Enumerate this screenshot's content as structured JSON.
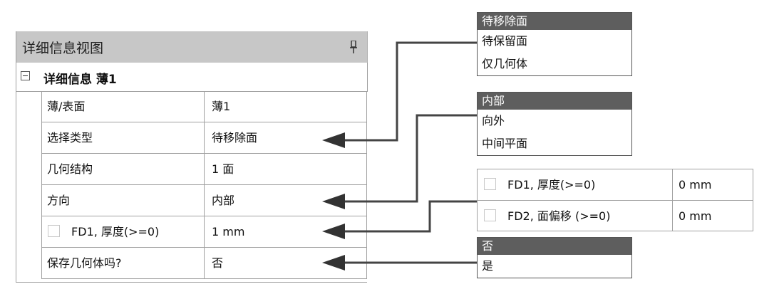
{
  "panel": {
    "title": "详细信息视图",
    "group_title": "详细信息 薄1",
    "rows": [
      {
        "name": "薄/表面",
        "value": "薄1",
        "checkbox": false
      },
      {
        "name": "选择类型",
        "value": "待移除面",
        "checkbox": false
      },
      {
        "name": "几何结构",
        "value": "1 面",
        "checkbox": false
      },
      {
        "name": "方向",
        "value": "内部",
        "checkbox": false
      },
      {
        "name": "FD1, 厚度(>=0)",
        "value": "1 mm",
        "checkbox": true
      },
      {
        "name": "保存几何体吗?",
        "value": "否",
        "checkbox": false
      }
    ]
  },
  "dropdowns": {
    "selection_type": {
      "options": [
        "待移除面",
        "待保留面",
        "仅几何体"
      ],
      "selected": "待移除面"
    },
    "direction": {
      "options": [
        "内部",
        "向外",
        "中间平面"
      ],
      "selected": "内部"
    },
    "save_geometry": {
      "options": [
        "否",
        "是"
      ],
      "selected": "否"
    }
  },
  "thickness_params": [
    {
      "name": "FD1, 厚度(>=0)",
      "value": "0 mm"
    },
    {
      "name": "FD2, 面偏移 (>=0)",
      "value": "0 mm"
    }
  ],
  "colors": {
    "header_bg": "#c7c7c7",
    "selected_bg": "#5e5e5e",
    "border": "#a0a0a0"
  }
}
